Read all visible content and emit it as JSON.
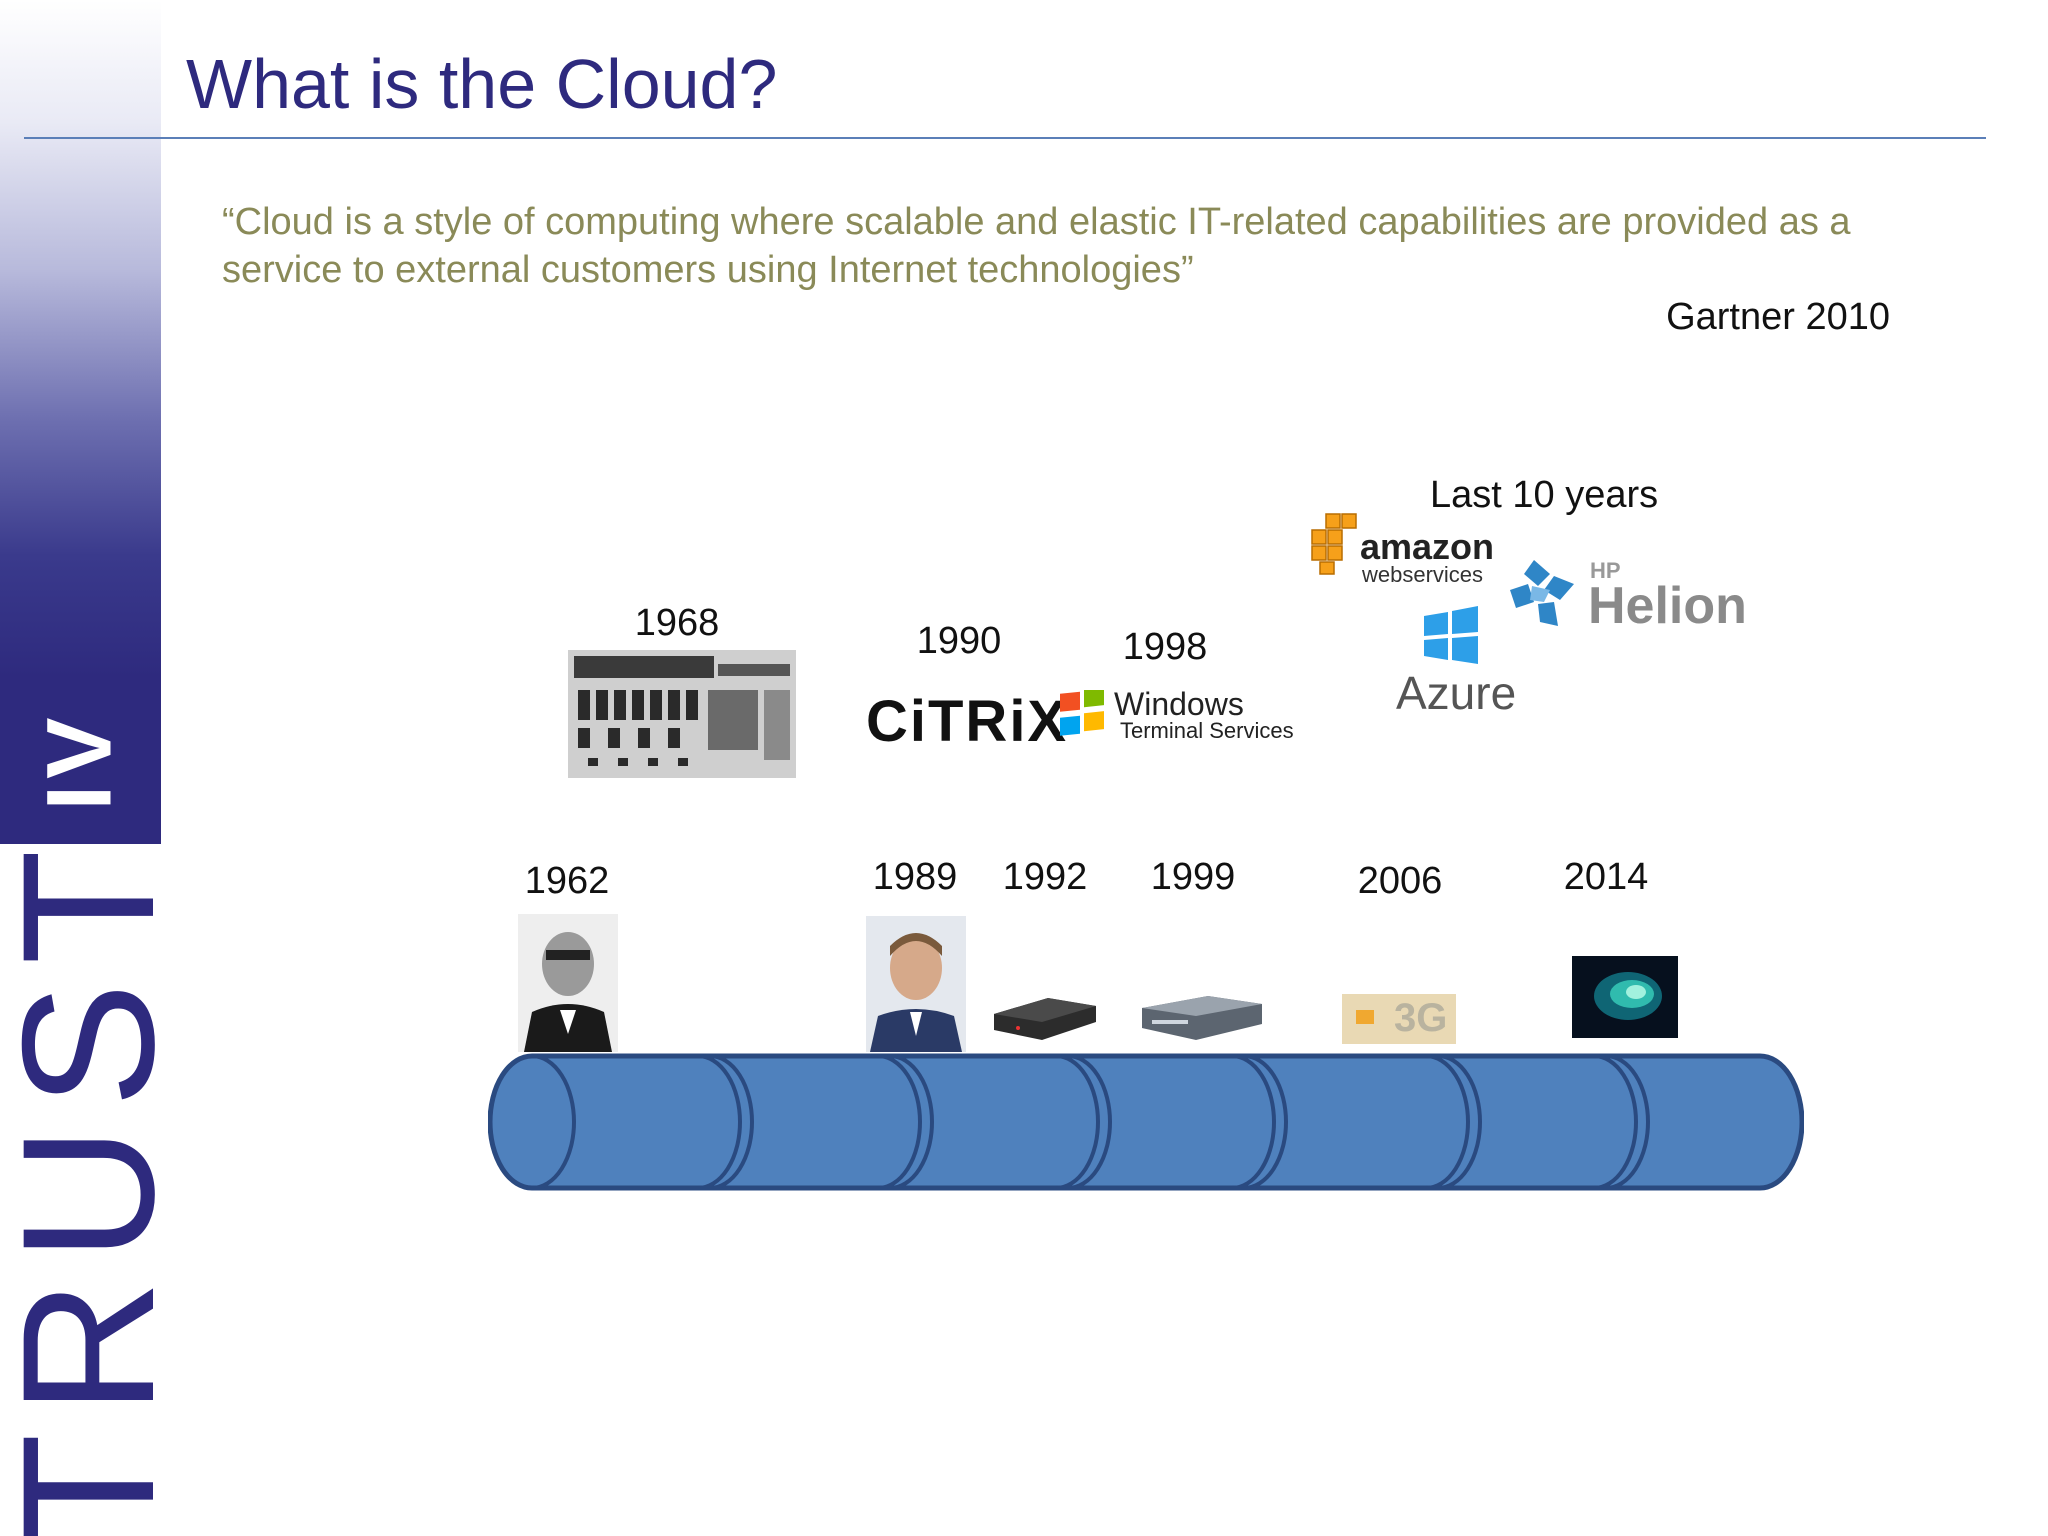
{
  "slide": {
    "title": "What is the Cloud?",
    "quote": "“Cloud is a style of computing where scalable and elastic IT-related capabilities are provided as a service to external customers using Internet technologies”",
    "attribution": "Gartner 2010"
  },
  "sidebar": {
    "logo_top": "IV",
    "logo_bottom": "TRUST"
  },
  "timeline": {
    "upper_label": "Last 10 years",
    "upper_years": [
      "1968",
      "1990",
      "1998"
    ],
    "lower_years": [
      "1962",
      "1989",
      "1992",
      "1999",
      "2006",
      "2014"
    ],
    "logos": {
      "citrix": "CiTRiX",
      "windows_1": "Windows",
      "windows_2": "Terminal Services",
      "amazon_1": "amazon",
      "amazon_2": "webservices",
      "azure": "Azure",
      "hp": "HP",
      "helion": "Helion",
      "threeg": "3G"
    }
  },
  "colors": {
    "title": "#2e2a7e",
    "quote": "#8a8a58",
    "timeline_fill": "#4f81bd",
    "timeline_stroke": "#2a4a80"
  }
}
